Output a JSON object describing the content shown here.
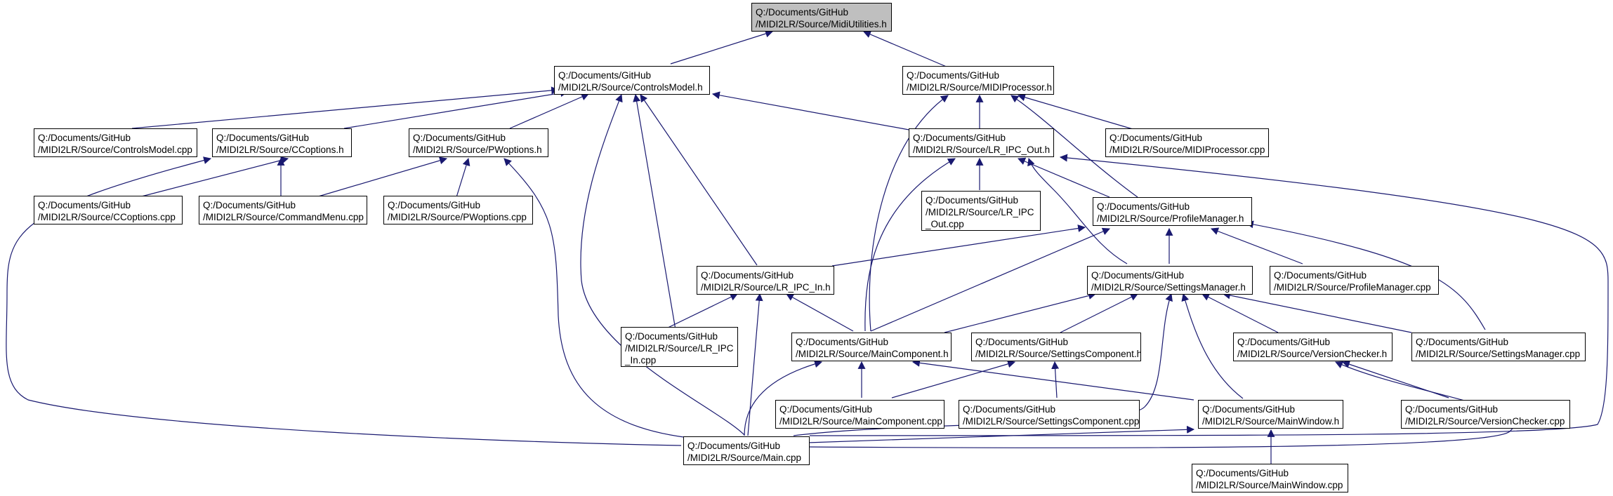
{
  "colors": {
    "edge": "#191970",
    "root_fill": "#bfbfbf",
    "node_fill": "#ffffff",
    "node_border": "#000000"
  },
  "nodes": {
    "midi_utilities_h": {
      "line1": "Q:/Documents/GitHub",
      "line2": "/MIDI2LR/Source/MidiUtilities.h"
    },
    "controls_model_h": {
      "line1": "Q:/Documents/GitHub",
      "line2": "/MIDI2LR/Source/ControlsModel.h"
    },
    "midi_processor_h": {
      "line1": "Q:/Documents/GitHub",
      "line2": "/MIDI2LR/Source/MIDIProcessor.h"
    },
    "controls_model_cpp": {
      "line1": "Q:/Documents/GitHub",
      "line2": "/MIDI2LR/Source/ControlsModel.cpp"
    },
    "ccoptions_h": {
      "line1": "Q:/Documents/GitHub",
      "line2": "/MIDI2LR/Source/CCoptions.h"
    },
    "pwoptions_h": {
      "line1": "Q:/Documents/GitHub",
      "line2": "/MIDI2LR/Source/PWoptions.h"
    },
    "lr_ipc_out_h": {
      "line1": "Q:/Documents/GitHub",
      "line2": "/MIDI2LR/Source/LR_IPC_Out.h"
    },
    "midi_processor_cpp": {
      "line1": "Q:/Documents/GitHub",
      "line2": "/MIDI2LR/Source/MIDIProcessor.cpp"
    },
    "ccoptions_cpp": {
      "line1": "Q:/Documents/GitHub",
      "line2": "/MIDI2LR/Source/CCoptions.cpp"
    },
    "command_menu_cpp": {
      "line1": "Q:/Documents/GitHub",
      "line2": "/MIDI2LR/Source/CommandMenu.cpp"
    },
    "pwoptions_cpp": {
      "line1": "Q:/Documents/GitHub",
      "line2": "/MIDI2LR/Source/PWoptions.cpp"
    },
    "lr_ipc_out_cpp": {
      "line1": "Q:/Documents/GitHub",
      "line2": "/MIDI2LR/Source/LR_IPC",
      "line3": "_Out.cpp"
    },
    "profile_manager_h": {
      "line1": "Q:/Documents/GitHub",
      "line2": "/MIDI2LR/Source/ProfileManager.h"
    },
    "lr_ipc_in_h": {
      "line1": "Q:/Documents/GitHub",
      "line2": "/MIDI2LR/Source/LR_IPC_In.h"
    },
    "settings_manager_h": {
      "line1": "Q:/Documents/GitHub",
      "line2": "/MIDI2LR/Source/SettingsManager.h"
    },
    "profile_manager_cpp": {
      "line1": "Q:/Documents/GitHub",
      "line2": "/MIDI2LR/Source/ProfileManager.cpp"
    },
    "lr_ipc_in_cpp": {
      "line1": "Q:/Documents/GitHub",
      "line2": "/MIDI2LR/Source/LR_IPC",
      "line3": "_In.cpp"
    },
    "main_component_h": {
      "line1": "Q:/Documents/GitHub",
      "line2": "/MIDI2LR/Source/MainComponent.h"
    },
    "settings_component_h": {
      "line1": "Q:/Documents/GitHub",
      "line2": "/MIDI2LR/Source/SettingsComponent.h"
    },
    "version_checker_h": {
      "line1": "Q:/Documents/GitHub",
      "line2": "/MIDI2LR/Source/VersionChecker.h"
    },
    "settings_manager_cpp": {
      "line1": "Q:/Documents/GitHub",
      "line2": "/MIDI2LR/Source/SettingsManager.cpp"
    },
    "main_component_cpp": {
      "line1": "Q:/Documents/GitHub",
      "line2": "/MIDI2LR/Source/MainComponent.cpp"
    },
    "settings_component_cpp": {
      "line1": "Q:/Documents/GitHub",
      "line2": "/MIDI2LR/Source/SettingsComponent.cpp"
    },
    "main_window_h": {
      "line1": "Q:/Documents/GitHub",
      "line2": "/MIDI2LR/Source/MainWindow.h"
    },
    "version_checker_cpp": {
      "line1": "Q:/Documents/GitHub",
      "line2": "/MIDI2LR/Source/VersionChecker.cpp"
    },
    "main_cpp": {
      "line1": "Q:/Documents/GitHub",
      "line2": "/MIDI2LR/Source/Main.cpp"
    },
    "main_window_cpp": {
      "line1": "Q:/Documents/GitHub",
      "line2": "/MIDI2LR/Source/MainWindow.cpp"
    }
  }
}
